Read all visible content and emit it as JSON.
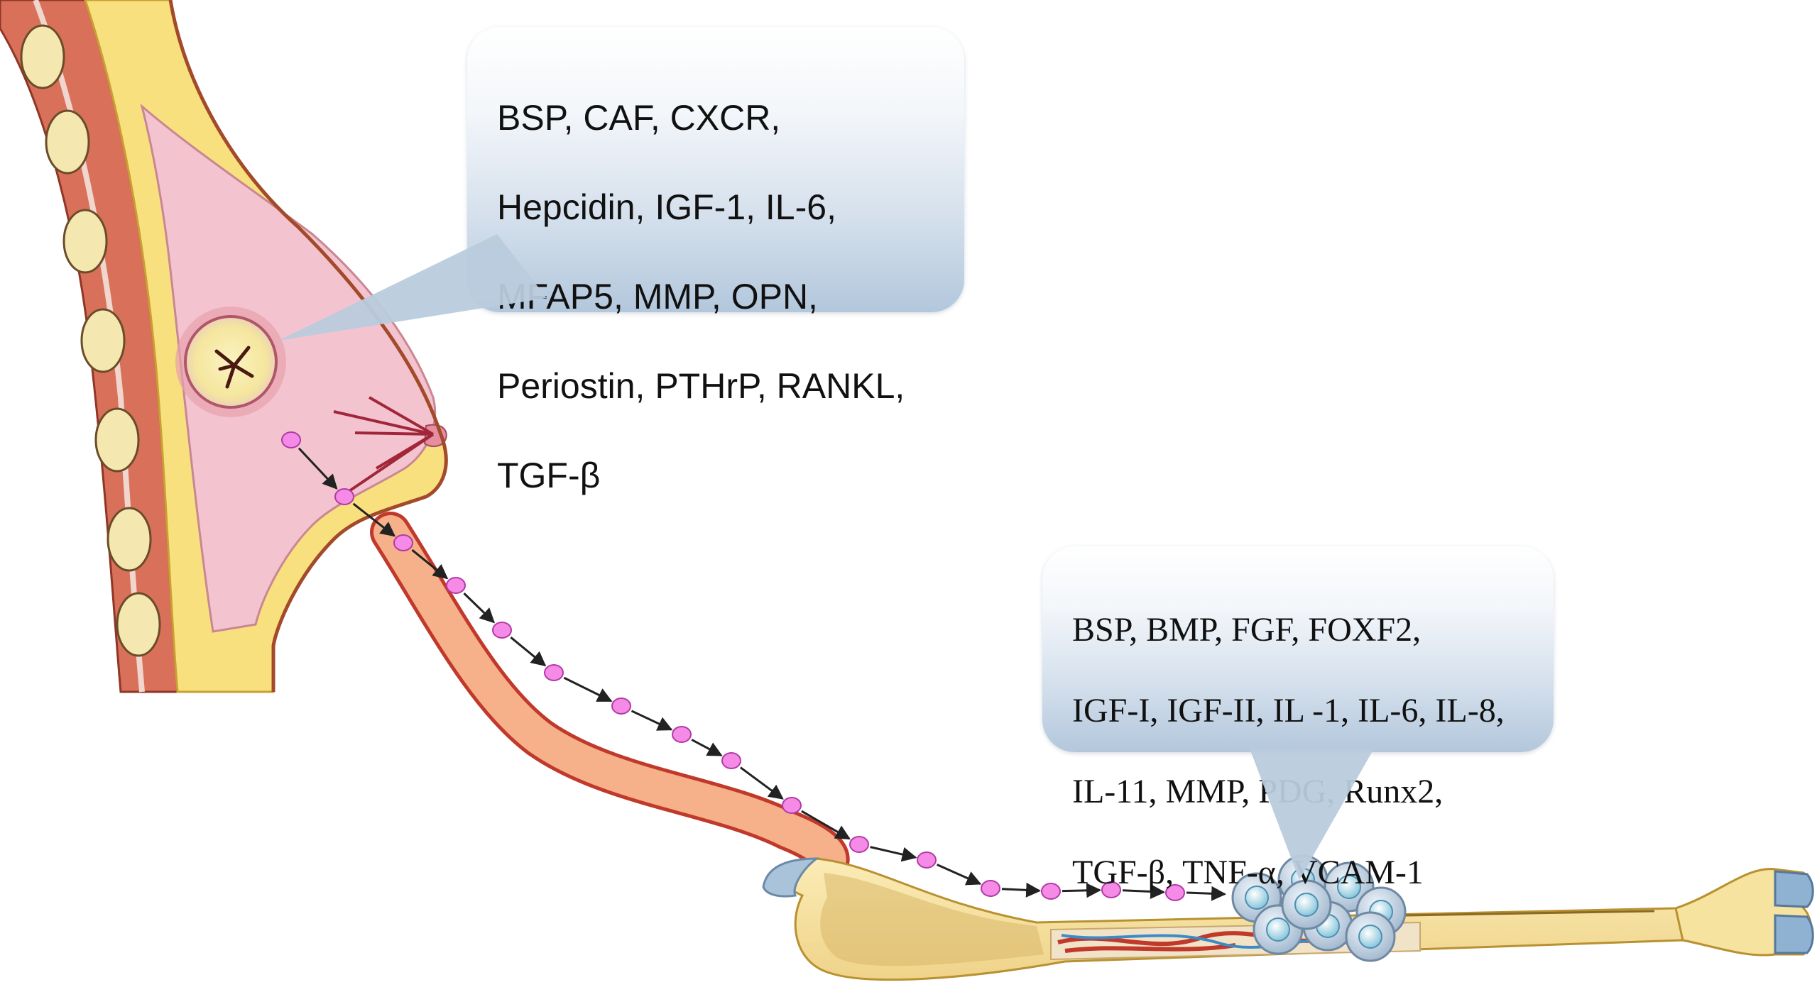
{
  "callouts": {
    "primary_tumor": {
      "lines": [
        "BSP, CAF, CXCR,",
        "Hepcidin, IGF-1, IL-6,",
        "MFAP5, MMP, OPN,",
        "Periostin, PTHrP,  RANKL,",
        "TGF-β"
      ]
    },
    "bone_metastasis": {
      "lines": [
        "BSP, BMP, FGF, FOXF2,",
        "IGF-I, IGF-II, IL -1, IL-6, IL-8,",
        "IL-11, MMP, PDG, Runx2,",
        "TGF-β, TNF-α, VCAM-1"
      ]
    }
  },
  "colors": {
    "skin": "#f6d27a",
    "fat": "#f9e07f",
    "muscle": "#d9705a",
    "gland": "#f3c4cf",
    "tumor": "#f7eeb3",
    "vessel": "#f6b08a",
    "vessel_edge": "#c0392b",
    "cell": "#f58be6",
    "bone": "#f7e3a0",
    "cartilage": "#a9c3db",
    "metastasis": "#c5d3e2",
    "callout_top": "#ffffff",
    "callout_bottom": "#b3c7dc"
  },
  "icons": [
    "circulating-tumor-cell-icon",
    "arrow-right-icon",
    "tumor-mass-icon",
    "metastasis-cell-cluster-icon"
  ]
}
